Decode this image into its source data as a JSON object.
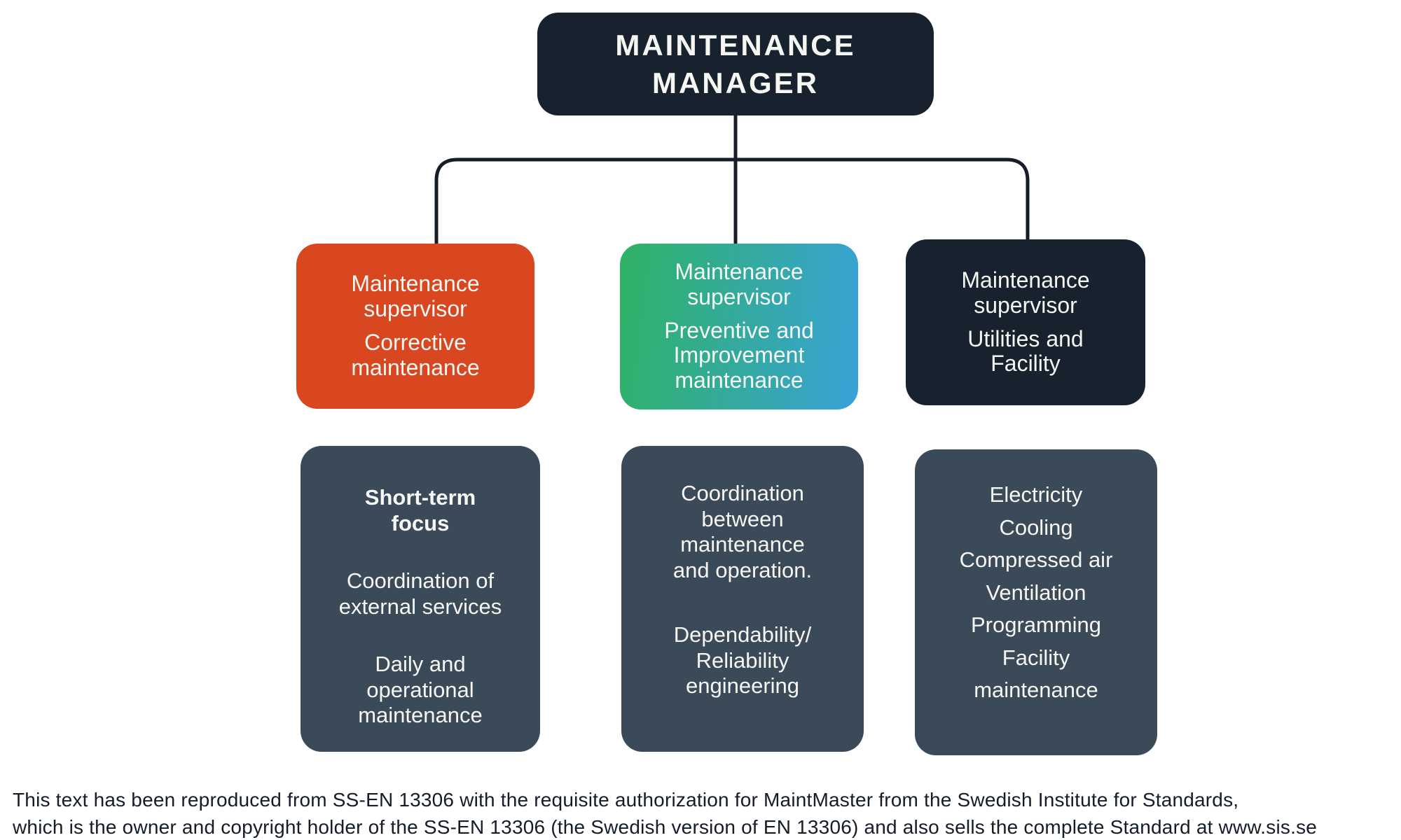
{
  "theme": {
    "bg": "#ffffff",
    "navy": "#17222e",
    "orange": "#d8471f",
    "green": "#2fb264",
    "blue": "#38a2d8",
    "slate": "#3a4a59",
    "line": "#141d28",
    "text_light": "#f6f6f3"
  },
  "root": {
    "title": "MAINTENANCE\nMANAGER"
  },
  "supervisors": [
    {
      "role": "Maintenance\nsupervisor",
      "area": "Corrective\nmaintenance"
    },
    {
      "role": "Maintenance\nsupervisor",
      "area": "Preventive and\nImprovement\nmaintenance"
    },
    {
      "role": "Maintenance\nsupervisor",
      "area": "Utilities and\nFacility"
    }
  ],
  "details": [
    {
      "title": "Short-term\nfocus",
      "items": [
        "Coordination of\nexternal services",
        "Daily and\noperational\nmaintenance"
      ]
    },
    {
      "items": [
        "Coordination\nbetween\nmaintenance\nand operation.",
        "Dependability/\nReliability\nengineering"
      ]
    },
    {
      "items": [
        "Electricity",
        "Cooling",
        "Compressed air",
        "Ventilation",
        "Programming",
        "Facility\nmaintenance"
      ]
    }
  ],
  "footer": {
    "line1": "This text has been reproduced from SS-EN 13306 with the requisite authorization for MaintMaster from the Swedish Institute for Standards,",
    "line2": "which is the owner and copyright holder of the SS-EN 13306 (the Swedish version of EN 13306) and also sells the complete Standard at www.sis.se"
  }
}
